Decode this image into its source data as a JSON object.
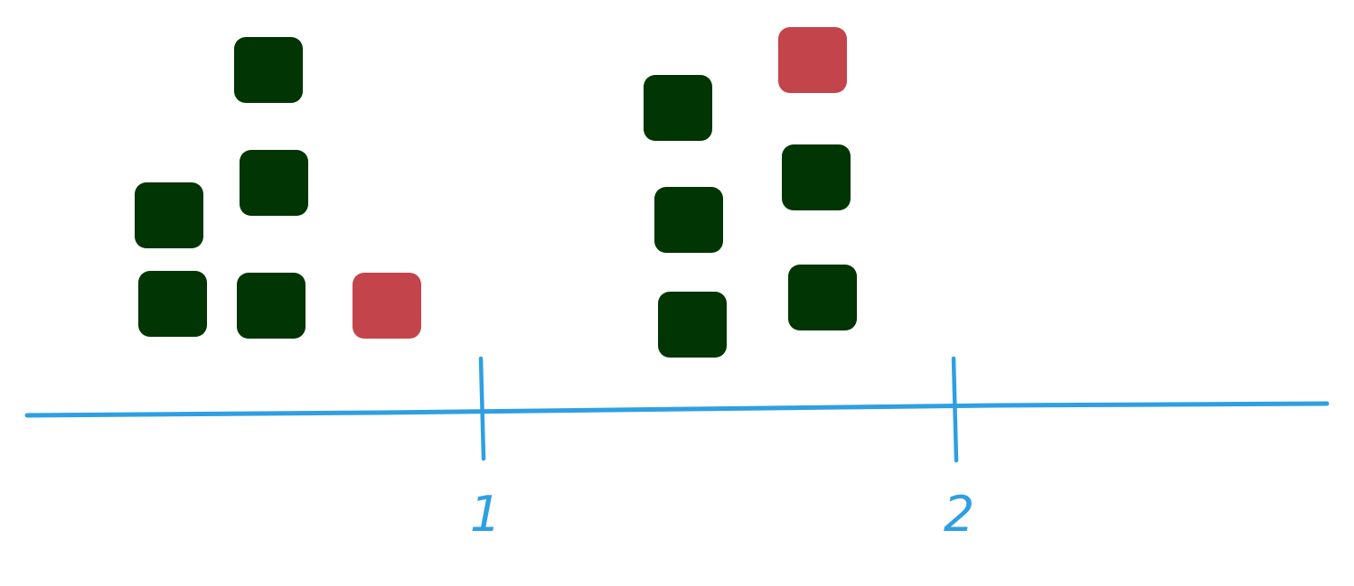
{
  "colors": {
    "green": "#013503",
    "red": "#c3454b",
    "axis": "#2f9fe3",
    "background": "#ffffff"
  },
  "axis": {
    "ticks": [
      {
        "label": "1"
      },
      {
        "label": "2"
      }
    ]
  },
  "items": [
    {
      "group": "left",
      "color": "green"
    },
    {
      "group": "left",
      "color": "green"
    },
    {
      "group": "left",
      "color": "green"
    },
    {
      "group": "left",
      "color": "green"
    },
    {
      "group": "left",
      "color": "green"
    },
    {
      "group": "left",
      "color": "red"
    },
    {
      "group": "middle",
      "color": "green"
    },
    {
      "group": "middle",
      "color": "green"
    },
    {
      "group": "middle",
      "color": "green"
    },
    {
      "group": "middle",
      "color": "red"
    },
    {
      "group": "middle",
      "color": "green"
    },
    {
      "group": "middle",
      "color": "green"
    }
  ]
}
